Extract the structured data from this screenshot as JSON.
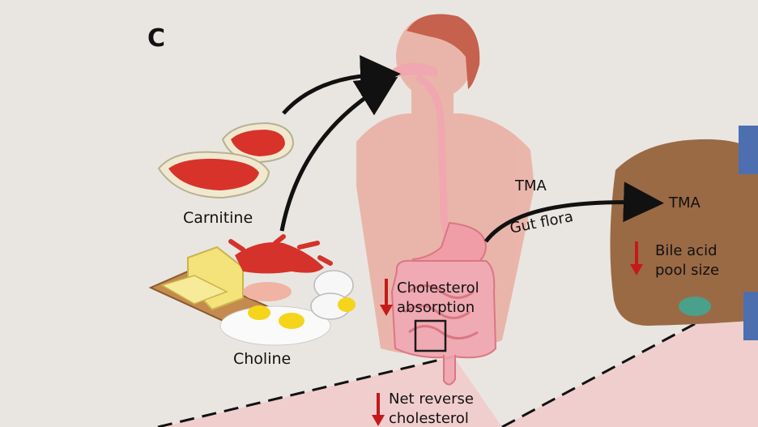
{
  "figure": {
    "panel_letter": "C",
    "foods": {
      "carnitine_label": "Carnitine",
      "choline_label": "Choline"
    },
    "gut": {
      "tma_label": "TMA",
      "gut_flora_label": "Gut flora",
      "cholesterol_absorption": [
        "Cholesterol",
        "absorption"
      ],
      "net_reverse_cholesterol": [
        "Net reverse",
        "cholesterol"
      ]
    },
    "liver": {
      "tma_label": "TMA",
      "bile_acid": [
        "Bile acid",
        "pool size"
      ]
    },
    "colors": {
      "down_arrow": "#c41a1a",
      "body_skin": "#eab3a8",
      "liver": "#9a6a45",
      "meat": "#d8332b",
      "arrow": "#111111"
    }
  }
}
